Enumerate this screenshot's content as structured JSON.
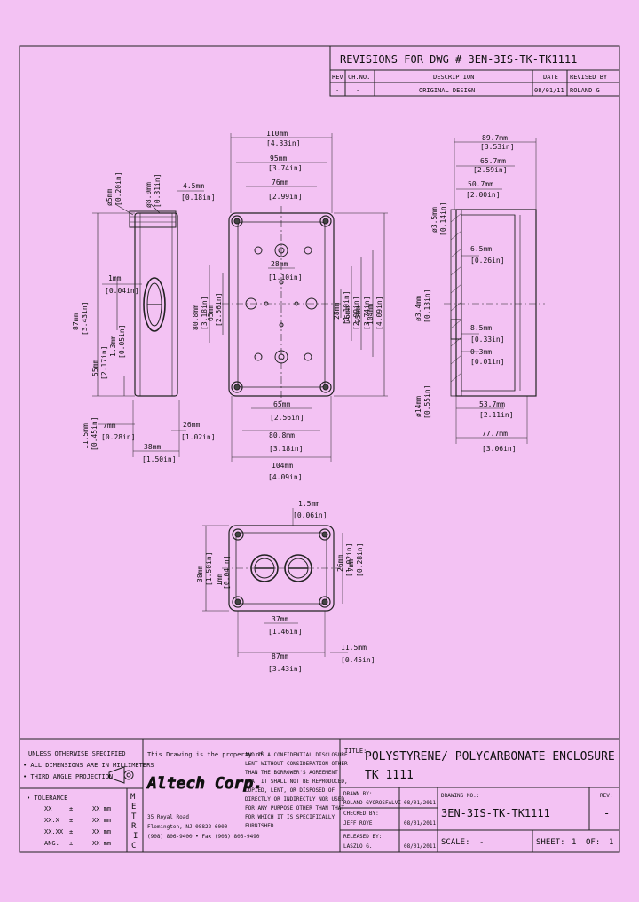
{
  "revisions": {
    "title": "REVISIONS FOR DWG # 3EN-3IS-TK-TK1111",
    "headers": [
      "REV",
      "CH.NO.",
      "DESCRIPTION",
      "DATE",
      "REVISED BY"
    ],
    "row": [
      "-",
      "-",
      "ORIGINAL DESIGN",
      "08/01/11",
      "ROLAND G"
    ]
  },
  "front_view": {
    "w110": "110mm",
    "w110_in": "[4.33in]",
    "w95": "95mm",
    "w95_in": "[3.74in]",
    "w76": "76mm",
    "w76_in": "[2.99in]",
    "w28": "28mm",
    "w28_in": "[1.10in]",
    "w65": "65mm",
    "w65_in": "[2.56in]",
    "w80": "80.8mm",
    "w80_in": "[3.18in]",
    "w104": "104mm",
    "w104_in": "[4.09in]",
    "h80": "80.8mm",
    "h80_in": "[3.18in]",
    "h65": "65mm",
    "h65_in": "[2.56in]",
    "h28": "28mm",
    "h28_in": "[1.10in]",
    "h76": "76mm",
    "h76_in": "[2.99in]",
    "h95": "95mm",
    "h95_in": "[3.74in]",
    "h104": "104mm",
    "h104_in": "[4.09in]"
  },
  "left_view": {
    "d5": "ø5mm",
    "d5_in": "[0.20in]",
    "d8": "ø8.0mm",
    "d8_in": "[0.31in]",
    "w45": "4.5mm",
    "w45_in": "[0.18in]",
    "h87": "87mm",
    "h87_in": "[3.43in]",
    "h1": "1mm",
    "h1_in": "[0.04in]",
    "h55": "55mm",
    "h55_in": "[2.17in]",
    "h13": "1.3mm",
    "h13_in": "[0.05in]",
    "h115": "11.5mm",
    "h115_in": "[0.45in]",
    "w7": "7mm",
    "w7_in": "[0.28in]",
    "w26": "26mm",
    "w26_in": "[1.02in]",
    "w38": "38mm",
    "w38_in": "[1.50in]"
  },
  "right_view": {
    "w897": "89.7mm",
    "w897_in": "[3.53in]",
    "w657": "65.7mm",
    "w657_in": "[2.59in]",
    "w507": "50.7mm",
    "w507_in": "[2.00in]",
    "d35": "ø3.5mm",
    "d35_in": "[0.14in]",
    "w65": "6.5mm",
    "w65_in": "[0.26in]",
    "d34": "ø3.4mm",
    "d34_in": "[0.13in]",
    "w85": "8.5mm",
    "w85_in": "[0.33in]",
    "w03": "0.3mm",
    "w03_in": "[0.01in]",
    "d14": "ø14mm",
    "d14_in": "[0.55in]",
    "w537": "53.7mm",
    "w537_in": "[2.11in]",
    "w777": "77.7mm",
    "w777_in": "[3.06in]"
  },
  "bottom_view": {
    "w15": "1.5mm",
    "w15_in": "[0.06in]",
    "h38": "38mm",
    "h38_in": "[1.50in]",
    "h1": "1mm",
    "h1_in": "[0.04in]",
    "h26": "26mm",
    "h26_in": "[1.02in]",
    "h7": "7mm",
    "h7_in": "[0.28in]",
    "w37": "37mm",
    "w37_in": "[1.46in]",
    "w87": "87mm",
    "w87_in": "[3.43in]",
    "w115": "11.5mm",
    "w115_in": "[0.45in]"
  },
  "title_block": {
    "notes": [
      "UNLESS OTHERWISE SPECIFIED",
      "• ALL DIMENSIONS ARE IN MILLIMETERS",
      "• THIRD ANGLE PROJECTION"
    ],
    "tolerance_label": "• TOLERANCE",
    "tolerances": [
      [
        "XX",
        "±",
        "XX mm"
      ],
      [
        "XX.X",
        "±",
        "XX mm"
      ],
      [
        "XX.XX",
        "±",
        "XX mm"
      ],
      [
        "ANG.",
        "±",
        "XX mm"
      ]
    ],
    "metric": "METRIC",
    "property_text": "This Drawing is the property of",
    "company": "Altech Corp.",
    "address": [
      "35 Royal Road",
      "Flemington, NJ 08822-6000",
      "(908) 806-9400 • Fax (908) 806-9490"
    ],
    "confidential": [
      "AND IS A CONFIDENTIAL DISCLOSURE",
      "LENT WITHOUT CONSIDERATION OTHER",
      "THAN THE BORROWER'S AGREEMENT",
      "THAT IT SHALL NOT BE REPRODUCED,",
      "COPIED, LENT, OR DISPOSED OF",
      "DIRECTLY OR INDIRECTLY NOR USED",
      "FOR ANY PURPOSE OTHER THAN THAT",
      "FOR WHICH IT IS SPECIFICALLY",
      "FURNISHED."
    ],
    "title_label": "TITLE:",
    "title_line1": "POLYSTYRENE/ POLYCARBONATE ENCLOSURE",
    "title_line2": "TK 1111",
    "drawn_label": "DRAWN BY:",
    "drawn_by": "ROLAND GYOROSFALVI",
    "drawn_date": "08/01/2011",
    "checked_label": "CHECKED BY:",
    "checked_by": "JEFF ROYE",
    "checked_date": "08/01/2011",
    "released_label": "RELEASED BY:",
    "released_by": "LASZLO G.",
    "released_date": "08/01/2011",
    "drawing_no_label": "DRAWING NO.:",
    "drawing_no": "3EN-3IS-TK-TK1111",
    "rev_label": "REV:",
    "rev": "-",
    "scale_label": "SCALE:",
    "scale": "-",
    "sheet_label": "SHEET:",
    "sheet": "1",
    "of_label": "OF:",
    "of": "1"
  }
}
